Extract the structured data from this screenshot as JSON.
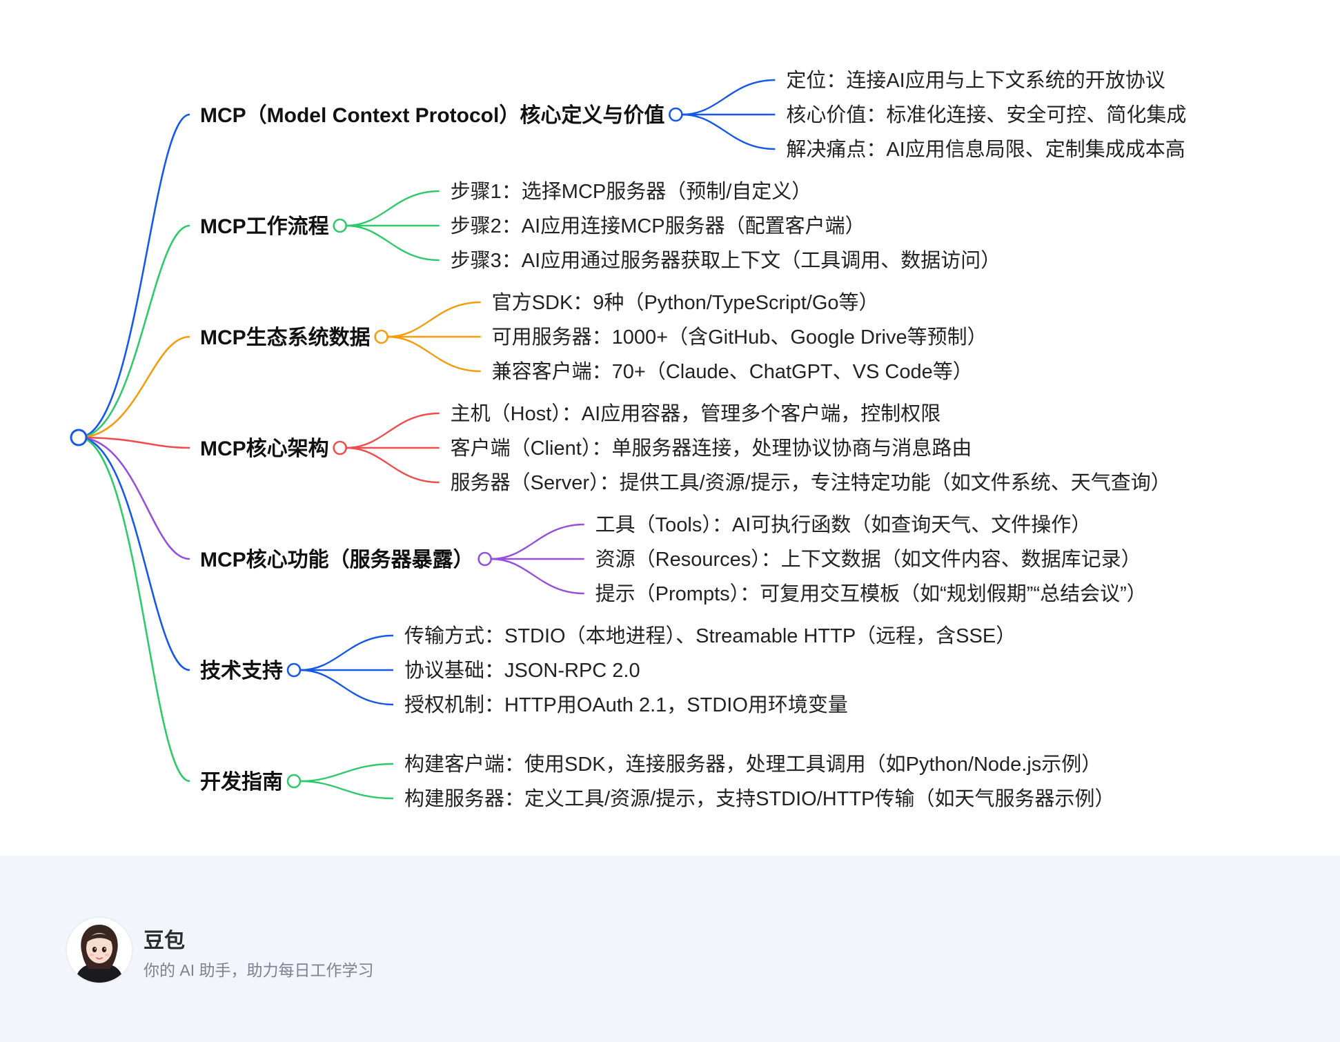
{
  "mindmap": {
    "branches": [
      {
        "label": "MCP（Model Context Protocol）核心定义与价值",
        "color": "#1558e8",
        "children": [
          "定位：连接AI应用与上下文系统的开放协议",
          "核心价值：标准化连接、安全可控、简化集成",
          "解决痛点：AI应用信息局限、定制集成成本高"
        ]
      },
      {
        "label": "MCP工作流程",
        "color": "#2dc96b",
        "children": [
          "步骤1：选择MCP服务器（预制/自定义）",
          "步骤2：AI应用连接MCP服务器（配置客户端）",
          "步骤3：AI应用通过服务器获取上下文（工具调用、数据访问）"
        ]
      },
      {
        "label": "MCP生态系统数据",
        "color": "#f59b0e",
        "children": [
          "官方SDK：9种（Python/TypeScript/Go等）",
          "可用服务器：1000+（含GitHub、Google Drive等预制）",
          "兼容客户端：70+（Claude、ChatGPT、VS Code等）"
        ]
      },
      {
        "label": "MCP核心架构",
        "color": "#ee4d4d",
        "children": [
          "主机（Host）：AI应用容器，管理多个客户端，控制权限",
          "客户端（Client）：单服务器连接，处理协议协商与消息路由",
          "服务器（Server）：提供工具/资源/提示，专注特定功能（如文件系统、天气查询）"
        ]
      },
      {
        "label": "MCP核心功能（服务器暴露）",
        "color": "#9450dd",
        "children": [
          "工具（Tools）：AI可执行函数（如查询天气、文件操作）",
          "资源（Resources）：上下文数据（如文件内容、数据库记录）",
          "提示（Prompts）：可复用交互模板（如“规划假期”“总结会议”）"
        ]
      },
      {
        "label": "技术支持",
        "color": "#1558e8",
        "children": [
          "传输方式：STDIO（本地进程）、Streamable HTTP（远程，含SSE）",
          "协议基础：JSON-RPC 2.0",
          "授权机制：HTTP用OAuth 2.1，STDIO用环境变量"
        ]
      },
      {
        "label": "开发指南",
        "color": "#2dc96b",
        "children": [
          "构建客户端：使用SDK，连接服务器，处理工具调用（如Python/Node.js示例）",
          "构建服务器：定义工具/资源/提示，支持STDIO/HTTP传输（如天气服务器示例）"
        ]
      }
    ]
  },
  "footer": {
    "name": "豆包",
    "tagline": "你的 AI 助手，助力每日工作学习"
  }
}
